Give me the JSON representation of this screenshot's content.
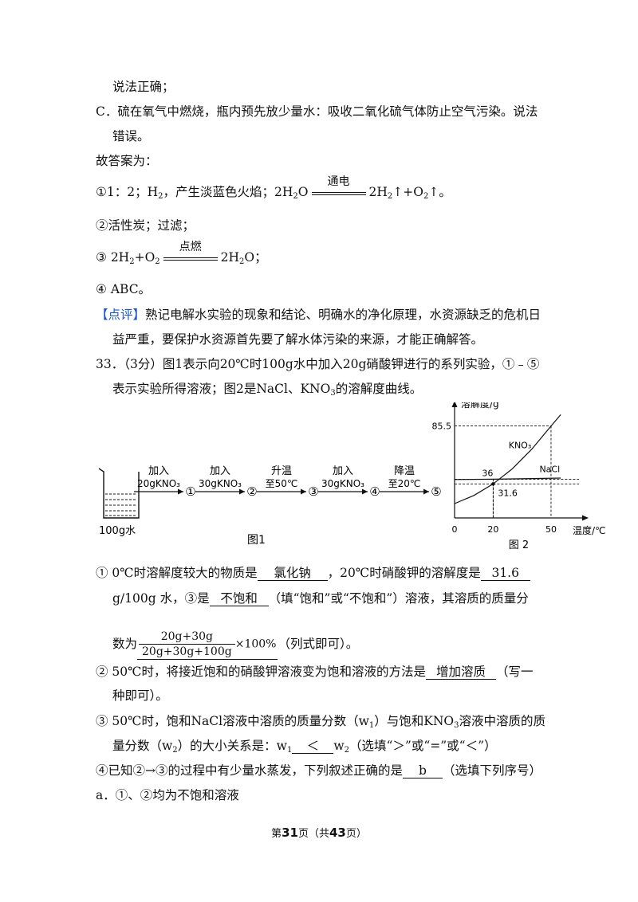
{
  "text": {
    "l1": "说法正确；",
    "l2": "C．硫在氧气中燃烧，瓶内预先放少量水：吸收二氧化硫气体防止空气污染。说法",
    "l3": "错误。",
    "l4": "故答案为：",
    "l5_a": "①1：2；H",
    "l5_b": "，产生淡蓝色火焰；2H",
    "l5_c": "O",
    "l5_cond": "通电",
    "l5_d": "2H",
    "l5_e": "↑+O",
    "l5_f": "↑。",
    "l6": "②活性炭；过滤；",
    "l7_a": "③ 2H",
    "l7_b": "+O",
    "l7_cond": "点燃",
    "l7_c": "2H",
    "l7_d": "O；",
    "l8": "④ ABC。",
    "l9_tag": "【点评】",
    "l9_rest": "熟记电解水实验的现象和结论、明确水的净化原理，水资源缺乏的危机日",
    "l10": "益严重，要保护水资源首先要了解水体污染的来源，才能正确解答。",
    "l11": "33．（3分）图1表示向20℃时100g水中加入20g硝酸钾进行的系列实验，①﹣⑤",
    "l12_a": "表示实验所得溶液；图2是NaCl、KNO",
    "l12_b": "的溶解度曲线。",
    "q1_a": "① 0℃时溶解度较大的物质是",
    "q1_ans1": "氯化钠",
    "q1_b": "，20℃时硝酸钾的溶解度是",
    "q1_ans2": "31.6",
    "q1_c": "g/100g 水，③是",
    "q1_ans3": "不饱和",
    "q1_d": "（填“饱和”或“不饱和”）溶液，其溶质的质量分",
    "q1_e": "数为",
    "q1_num": "20g+30g",
    "q1_den": "20g+30g+100g",
    "q1_tail": "×100%",
    "q1_f": "（列式即可）。",
    "q2_a": "② 50℃时，将接近饱和的硝酸钾溶液变为饱和溶液的方法是",
    "q2_ans": "增加溶质",
    "q2_b": "（写一",
    "q2_c": "种即可）。",
    "q3_a": "③ 50℃时，饱和NaCl溶液中溶质的质量分数（w",
    "q3_b": "）与饱和KNO",
    "q3_c": "溶液中溶质的质",
    "q3_d": "量分数（w",
    "q3_e": "）的大小关系是：w",
    "q3_ans": "＜",
    "q3_f": "w",
    "q3_g": "（选填“＞”或“=”或“＜”）",
    "q4_a": "④已知②→③的过程中有少量水蒸发，下列叙述正确的是",
    "q4_ans": "b",
    "q4_b": "（选填下列序号）",
    "q5": "a．①、②均为不饱和溶液",
    "sub2": "2",
    "sub3": "3",
    "sub1": "1"
  },
  "fig1": {
    "caption": "图1",
    "beaker_label": "100g水",
    "steps": [
      {
        "top": "加入",
        "bottom": "20gKNO₃",
        "result": "①"
      },
      {
        "top": "加入",
        "bottom": "30gKNO₃",
        "result": "②"
      },
      {
        "top": "升温",
        "bottom": "至50℃",
        "result": "③"
      },
      {
        "top": "加入",
        "bottom": "30gKNO₃",
        "result": "④"
      },
      {
        "top": "降温",
        "bottom": "至20℃",
        "result": "⑤"
      }
    ]
  },
  "chart_data": {
    "type": "line",
    "caption": "图 2",
    "ylabel": "溶解度/g",
    "xlabel": "温度/℃",
    "x_ticks": [
      0,
      20,
      50
    ],
    "y_marks": [
      31.6,
      36.0,
      85.5
    ],
    "xlim": [
      0,
      62
    ],
    "ylim": [
      0,
      100
    ],
    "series": [
      {
        "name": "KNO₃",
        "x": [
          0,
          10,
          20,
          30,
          40,
          50,
          55
        ],
        "y": [
          13.3,
          20.9,
          31.6,
          45.8,
          63.9,
          85.5,
          96
        ]
      },
      {
        "name": "NaCl",
        "x": [
          0,
          20,
          40,
          55
        ],
        "y": [
          35.7,
          36.0,
          36.6,
          37.0
        ]
      }
    ],
    "dashed_guides": [
      {
        "x": 20,
        "y": 36.0
      },
      {
        "x": 20,
        "y": 31.6
      },
      {
        "x": 50,
        "y": 85.5
      }
    ]
  },
  "footer": {
    "prefix": "第",
    "page": "31",
    "mid": "页（共",
    "total": "43",
    "suffix": "页）"
  }
}
